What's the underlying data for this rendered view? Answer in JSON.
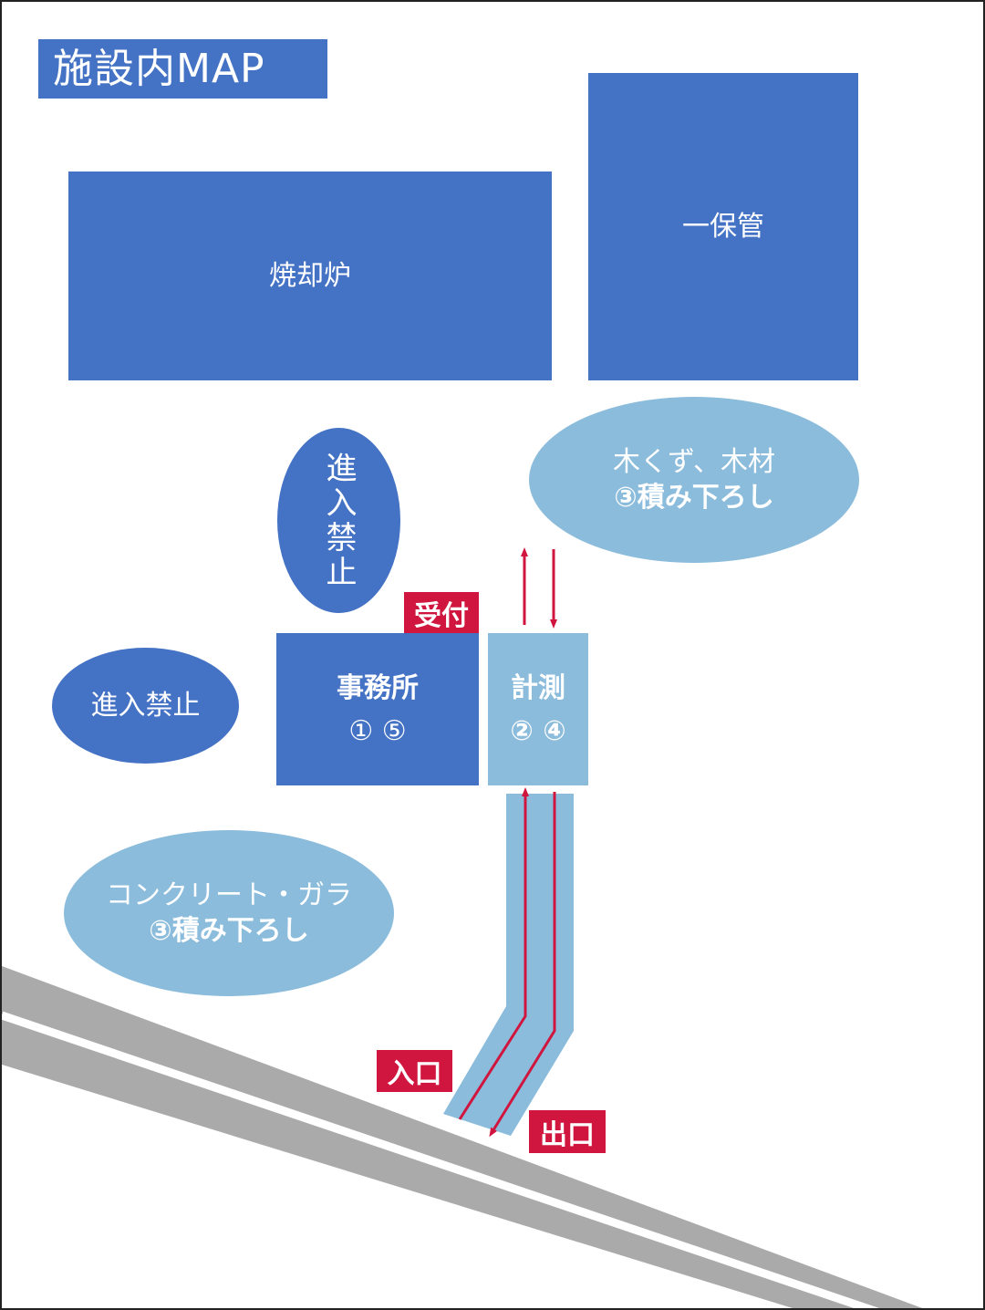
{
  "title": "施設内MAP",
  "colors": {
    "building": "#4472c4",
    "light_area": "#8bbcdc",
    "label_red": "#d0163f",
    "road": "#aaaaaa",
    "arrow": "#d0163f"
  },
  "buildings": {
    "incinerator": "焼却炉",
    "storage": "一保管",
    "office": {
      "name": "事務所",
      "steps": "① ⑤"
    },
    "weighing": {
      "name": "計測",
      "steps": "② ④"
    }
  },
  "zones": {
    "no_entry_vertical": "進入禁止",
    "no_entry_horizontal": "進入禁止",
    "wood": {
      "line1": "木くず、木材",
      "line2": "③積み下ろし"
    },
    "concrete": {
      "line1": "コンクリート・ガラ",
      "line2": "③積み下ろし"
    }
  },
  "tags": {
    "reception": "受付",
    "entrance": "入口",
    "exit": "出口"
  }
}
